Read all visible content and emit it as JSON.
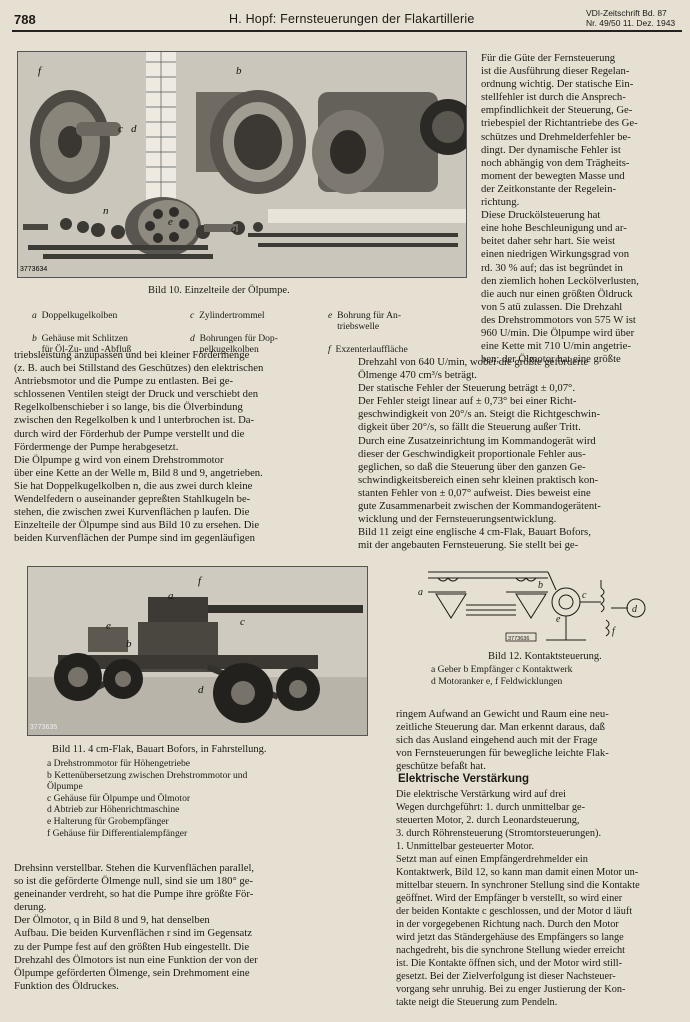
{
  "header": {
    "page_number": "788",
    "title": "H. Hopf: Fernsteuerungen der Flakartillerie",
    "journal_line1": "VDI-Zeitschrift Bd. 87",
    "journal_line2": "Nr. 49/50 11. Dez. 1943"
  },
  "figure10": {
    "photo_labels": [
      "f",
      "c",
      "d",
      "b",
      "n",
      "e",
      "a"
    ],
    "photo_code": "3773634",
    "caption": "Bild 10.  Einzelteile der Ölpumpe.",
    "legend": {
      "a": "Doppelkugelkolben",
      "b": "Gehäuse mit Schlitzen\nfür Öl-Zu- und -Abfluß",
      "c": "Zylindertrommel",
      "d": "Bohrungen für Dop-\npelkugelkolben",
      "e": "Bohrung für An-\ntriebswelle",
      "f": "Exzenterlauffläche"
    }
  },
  "figure11": {
    "photo_labels": [
      "f",
      "a",
      "c",
      "e",
      "b",
      "d"
    ],
    "photo_code": "3773635",
    "caption": "Bild 11.  4 cm-Flak, Bauart Bofors, in Fahrstellung.",
    "legend": "a  Drehstrommotor für Höhengetriebe\nb  Kettenübersetzung zwischen Drehstrommotor und\n    Ölpumpe\nc  Gehäuse für Ölpumpe und Ölmotor\nd  Abtrieb zur Höhenrichtmaschine\ne  Halterung für Grobempfänger\nf  Gehäuse für Differentialempfänger"
  },
  "figure12": {
    "diagram_labels": [
      "a",
      "b",
      "c",
      "d",
      "e",
      "f"
    ],
    "diagram_code": "3773636",
    "caption": "Bild 12.  Kontaktsteuerung.",
    "legend": "a  Geber    b  Empfänger    c  Kontaktwerk\nd  Motoranker    e, f  Feldwicklungen"
  },
  "text": {
    "right_col_top": "Für die Güte der Fernsteuerung\nist die Ausführung dieser Regelan-\nordnung wichtig. Der statische Ein-\nstellfehler ist durch die Ansprech-\nempfindlichkeit der Steuerung, Ge-\ntriebespiel der Richtantriebe des Ge-\nschützes und Drehmelderfehler be-\ndingt. Der dynamische Fehler ist\nnoch abhängig von dem Trägheits-\nmoment der bewegten Masse und\nder Zeitkonstante der Regelein-\nrichtung.\n    Diese Druckölsteuerung hat\neine hohe Beschleunigung und ar-\nbeitet daher sehr hart. Sie weist\neinen niedrigen Wirkungsgrad von\nrd. 30 % auf; das ist begründet in\nden ziemlich hohen Leckölverlusten,\ndie auch nur einen größten Öldruck\nvon 5 atü zulassen. Die Drehzahl\ndes Drehstrommotors von 575 W ist\n960 U/min. Die Ölpumpe wird über\neine Kette mit 710 U/min angetrie-\nben; der Ölmotor hat eine größte",
    "left_col_mid": "triebsleistung anzupassen und bei kleiner Fördermenge\n(z. B. auch bei Stillstand des Geschützes) den elektrischen\nAntriebsmotor und die Pumpe zu entlasten. Bei ge-\nschlossenen Ventilen steigt der Druck und verschiebt den\nRegelkolbenschieber i so lange, bis die Ölverbindung\nzwischen den Regelkolben k und l unterbrochen ist. Da-\ndurch wird der Förderhub der Pumpe verstellt und die\nFördermenge der Pumpe herabgesetzt.\n    Die Ölpumpe g wird von einem Drehstrommotor\nüber eine Kette an der Welle m, Bild 8 und 9, angetrieben.\nSie hat Doppelkugelkolben n, die aus zwei durch kleine\nWendelfedern o auseinander gepreßten Stahlkugeln be-\nstehen, die zwischen zwei Kurvenflächen p laufen. Die\nEinzelteile der Ölpumpe sind aus Bild 10 zu ersehen. Die\nbeiden Kurvenflächen der Pumpe sind im gegenläufigen",
    "right_col_mid": "Drehzahl von 640 U/min, wobei die größte geförderte\nÖlmenge 470 cm³/s beträgt.\n    Der statische Fehler der Steuerung beträgt ± 0,07°.\nDer Fehler steigt linear auf ± 0,73° bei einer Richt-\ngeschwindigkeit von 20°/s an. Steigt die Richtgeschwin-\ndigkeit über 20°/s, so fällt die Steuerung außer Tritt.\nDurch eine Zusatzeinrichtung im Kommandogerät wird\ndieser der Geschwindigkeit proportionale Fehler aus-\ngeglichen, so daß die Steuerung über den ganzen Ge-\nschwindigkeitsbereich einen sehr kleinen praktisch kon-\nstanten Fehler von ± 0,07° aufweist. Dies beweist eine\ngute Zusammenarbeit zwischen der Kommandogerätent-\nwicklung und der Fernsteuerungsentwicklung.\n    Bild 11 zeigt eine englische 4 cm-Flak, Bauart Bofors,\nmit der angebauten Fernsteuerung. Sie stellt bei ge-",
    "right_col_low": "ringem Aufwand an Gewicht und Raum eine neu-\nzeitliche Steuerung dar. Man erkennt daraus, daß\nsich das Ausland eingehend auch mit der Frage\nvon Fernsteuerungen für bewegliche leichte Flak-\ngeschütze befaßt hat.",
    "heading": "Elektrische Verstärkung",
    "right_col_bottom": "    Die elektrische Verstärkung wird auf drei\nWegen durchgeführt: 1. durch unmittelbar ge-\nsteuerten Motor, 2. durch Leonardsteuerung,\n3. durch Röhrensteuerung (Stromtorsteuerungen).\n    1. Unmittelbar gesteuerter Motor.\n    Setzt man auf einen Empfängerdrehmelder ein\nKontaktwerk, Bild 12, so kann man damit einen Motor un-\nmittelbar steuern. In synchroner Stellung sind die Kontakte\ngeöffnet. Wird der Empfänger b verstellt, so wird einer\nder beiden Kontakte c geschlossen, und der Motor d läuft\nin der vorgegebenen Richtung nach. Durch den Motor\nwird jetzt das Ständergehäuse des Empfängers so lange\nnachgedreht, bis die synchrone Stellung wieder erreicht\nist. Die Kontakte öffnen sich, und der Motor wird still-\ngesetzt. Bei der Zielverfolgung ist dieser Nachsteuer-\nvorgang sehr unruhig. Bei zu enger Justierung der Kon-\ntakte neigt die Steuerung zum Pendeln.",
    "left_col_bottom": "Drehsinn verstellbar. Stehen die Kurvenflächen parallel,\nso ist die geförderte Ölmenge null, sind sie um 180° ge-\ngeneinander verdreht, so hat die Pumpe ihre größte För-\nderung.\n    Der Ölmotor, q in Bild 8 und 9, hat denselben\nAufbau. Die beiden Kurvenflächen r sind im Gegensatz\nzu der Pumpe fest auf den größten Hub eingestellt. Die\nDrehzahl des Ölmotors ist nun eine Funktion der von der\nÖlpumpe geförderten Ölmenge, sein Drehmoment eine\nFunktion des Öldruckes."
  }
}
